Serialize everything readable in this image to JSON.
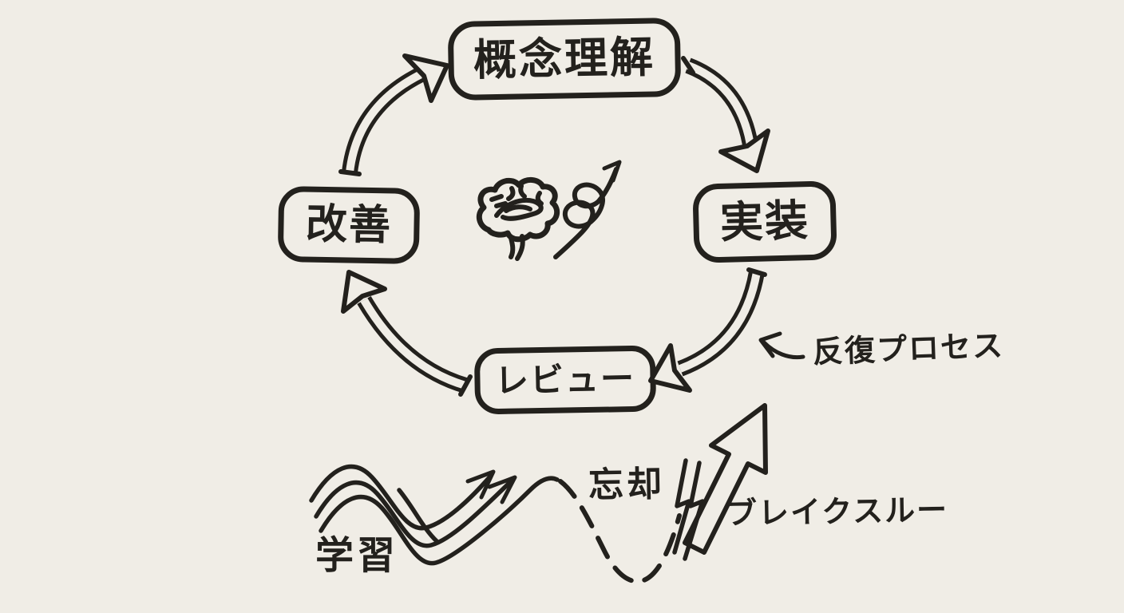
{
  "canvas": {
    "paper_color": "#f0ede6",
    "ink_color": "#23211d",
    "style": "hand-drawn marker sketch on paper"
  },
  "cycle": {
    "description_nodes_clockwise_from_top": true,
    "nodes": [
      {
        "id": "concept",
        "label": "概念理解"
      },
      {
        "id": "implementation",
        "label": "実装"
      },
      {
        "id": "review",
        "label": "レビュー"
      },
      {
        "id": "improvement",
        "label": "改善"
      }
    ],
    "arrows": [
      "concept-to-implementation",
      "implementation-to-review",
      "review-to-improvement",
      "improvement-to-concept"
    ]
  },
  "center": {
    "icons": [
      "brain-icon",
      "spiral-growth-arrow-icon"
    ]
  },
  "annotations": {
    "iteration": "反復プロセス",
    "learning": "学習",
    "forgetting": "忘却",
    "breakthrough": "ブレイクスルー"
  },
  "bottom_sketch": {
    "learning_wave": "three parallel rising sine waves with arrowheads",
    "forgetting_curve": "dashed valley curve",
    "breakthrough_arrow": "large hollow arrow with lightning bolt"
  }
}
